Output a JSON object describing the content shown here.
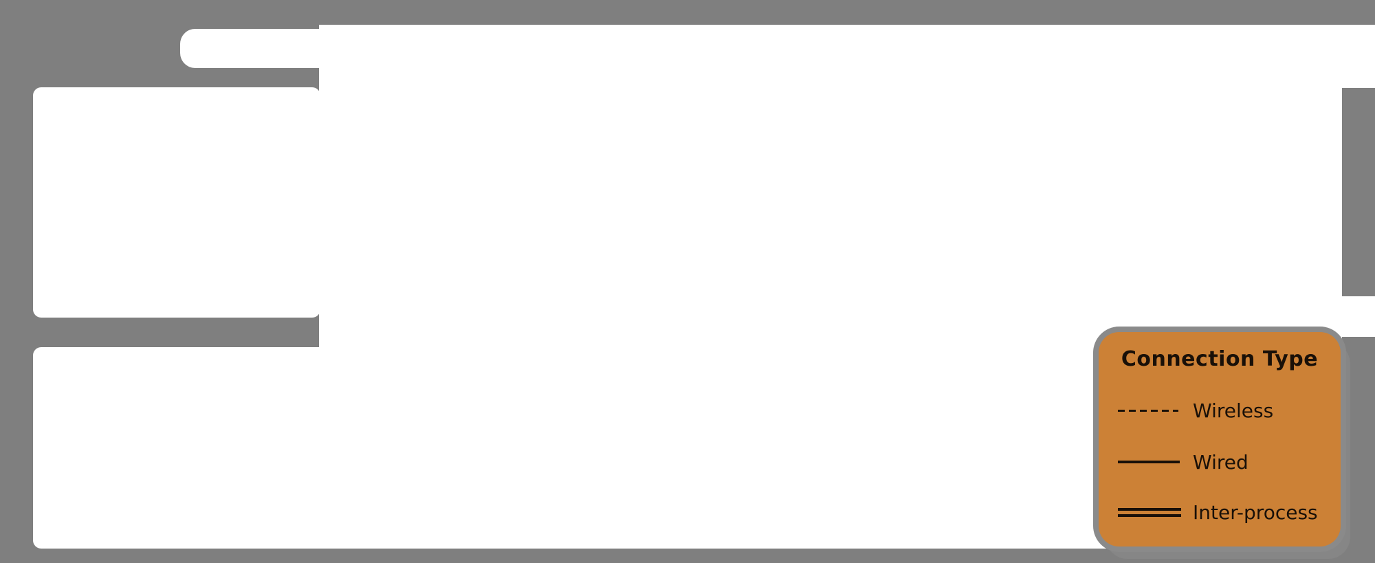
{
  "diagram": {
    "background_color": "#7f7f7f",
    "shape_fill_color": "#ffffff"
  },
  "legend": {
    "title": "Connection Type",
    "box_color": "#cc8136",
    "shadow_color": "#868686",
    "text_color": "#191008",
    "items": [
      {
        "label": "Wireless",
        "line_style": "dashed"
      },
      {
        "label": "Wired",
        "line_style": "solid"
      },
      {
        "label": "Inter-process",
        "line_style": "double"
      }
    ]
  }
}
